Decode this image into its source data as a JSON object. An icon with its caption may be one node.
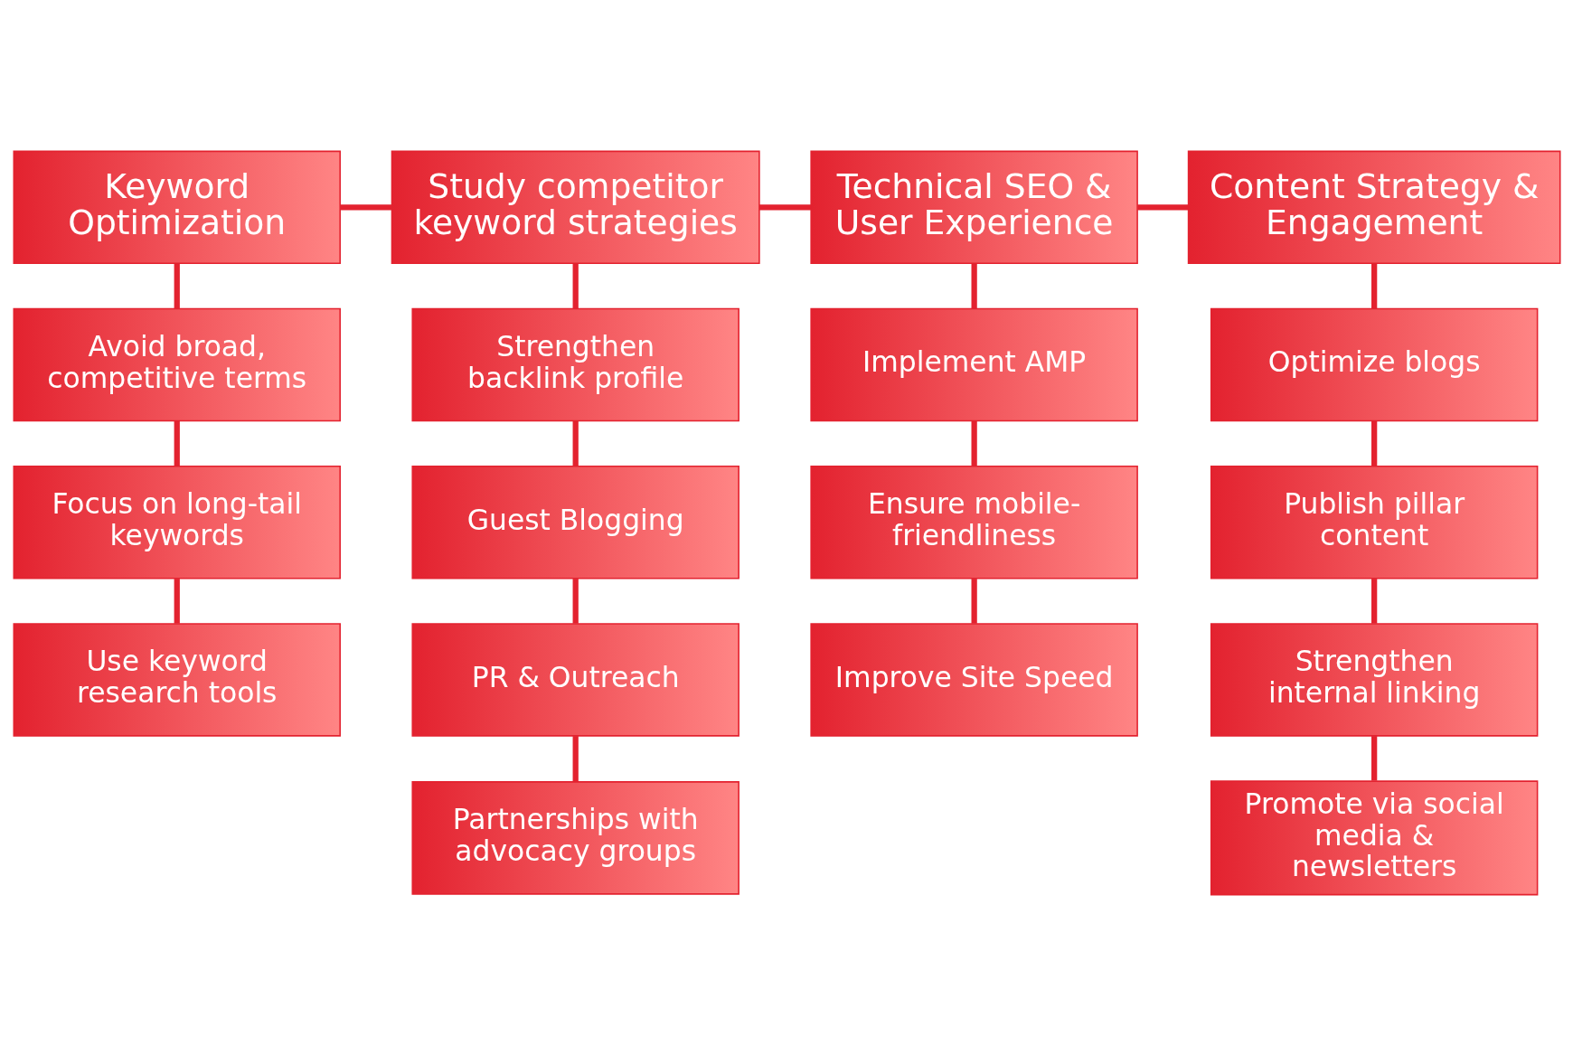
{
  "diagram": {
    "nodes": [
      {
        "text": [
          "Keyword Optimization"
        ]
      },
      {
        "text": [
          "Avoid broad, competitive terms"
        ]
      },
      {
        "text": [
          "Focus on long-tail keywords"
        ]
      },
      {
        "text": [
          "Use keyword research tools"
        ]
      },
      {
        "text": [
          "Study competitor keyword strategies"
        ]
      },
      {
        "text": [
          "Strengthen backlink profile"
        ]
      },
      {
        "text": [
          "Guest Blogging"
        ]
      },
      {
        "text": [
          "PR & Outreach"
        ]
      },
      {
        "text": [
          "Partnerships with advocacy groups"
        ]
      },
      {
        "text": [
          "Technical SEO & User Experience"
        ]
      },
      {
        "text": [
          "Implement AMP"
        ]
      },
      {
        "text": [
          "Ensure mobile-friendliness"
        ]
      },
      {
        "text": [
          "Improve Site Speed"
        ]
      },
      {
        "text": [
          "Content Strategy & Engagement"
        ]
      },
      {
        "text": [
          "Optimize blogs"
        ]
      },
      {
        "text": [
          "Publish pillar content"
        ]
      },
      {
        "text": [
          "Strengthen internal linking"
        ]
      },
      {
        "text": [
          "Promote via social media & newsletters"
        ]
      }
    ],
    "edges": [
      {
        "from": 0,
        "to": 4,
        "arrow": "none"
      },
      {
        "from": 4,
        "to": 9,
        "arrow": "none"
      },
      {
        "from": 9,
        "to": 13,
        "arrow": "none"
      },
      {
        "from": 0,
        "to": 1,
        "arrow": "none"
      },
      {
        "from": 1,
        "to": 2,
        "arrow": "none"
      },
      {
        "from": 2,
        "to": 3,
        "arrow": "none"
      },
      {
        "from": 4,
        "to": 5,
        "arrow": "none"
      },
      {
        "from": 5,
        "to": 6,
        "arrow": "none"
      },
      {
        "from": 6,
        "to": 7,
        "arrow": "none"
      },
      {
        "from": 7,
        "to": 8,
        "arrow": "none"
      },
      {
        "from": 9,
        "to": 10,
        "arrow": "none"
      },
      {
        "from": 10,
        "to": 11,
        "arrow": "none"
      },
      {
        "from": 11,
        "to": 12,
        "arrow": "none"
      },
      {
        "from": 13,
        "to": 14,
        "arrow": "none"
      },
      {
        "from": 14,
        "to": 15,
        "arrow": "none"
      },
      {
        "from": 15,
        "to": 16,
        "arrow": "none"
      },
      {
        "from": 16,
        "to": 17,
        "arrow": "none"
      }
    ]
  }
}
